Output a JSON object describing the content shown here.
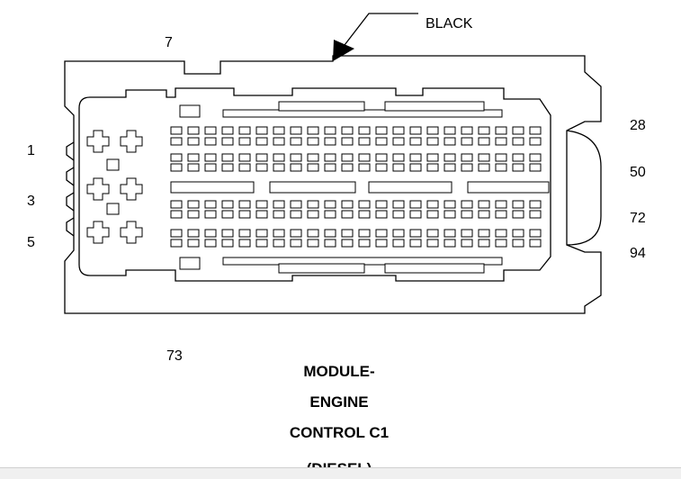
{
  "diagram": {
    "color_callout": "BLACK",
    "pin_labels": {
      "top_left": "7",
      "bottom_left": "73",
      "left": [
        "1",
        "3",
        "5"
      ],
      "right": [
        "28",
        "50",
        "72",
        "94"
      ]
    },
    "title_lines": [
      "MODULE-",
      "ENGINE",
      "CONTROL C1",
      "(DIESEL)"
    ]
  },
  "colors": {
    "line": "#000000",
    "background": "#ffffff"
  }
}
